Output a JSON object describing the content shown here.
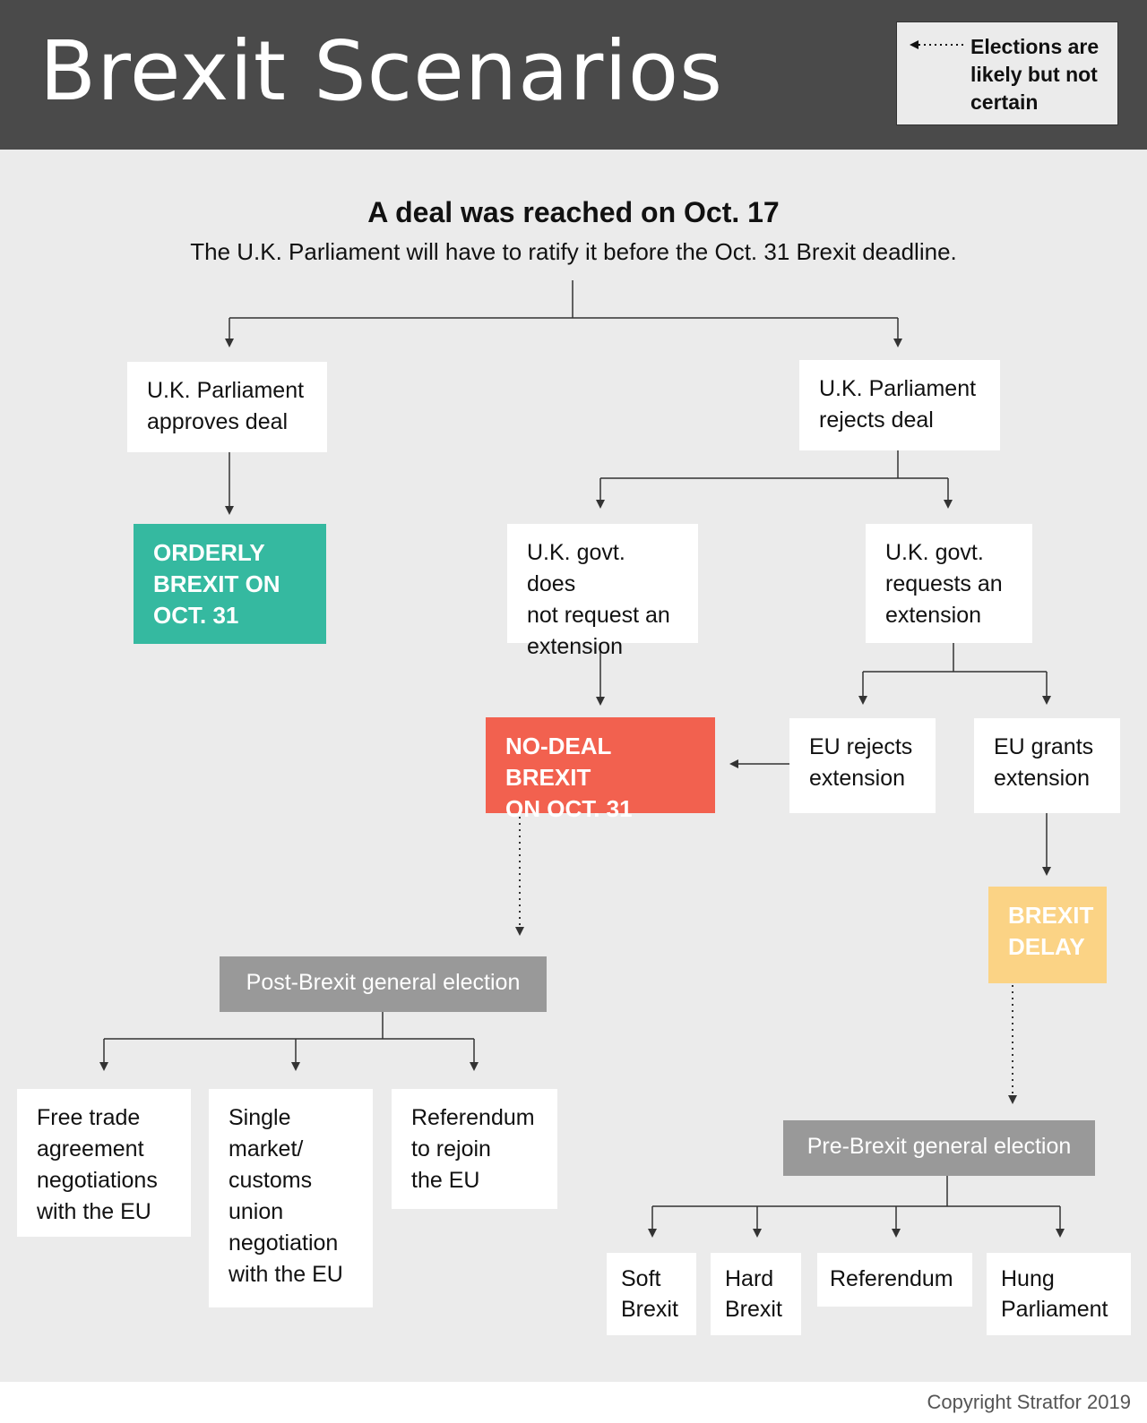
{
  "header": {
    "title": "Brexit Scenarios",
    "background": "#4a4a4a"
  },
  "legend": {
    "text": "Elections are likely but not certain",
    "icon": "dotted-arrow-left-icon"
  },
  "root": {
    "title": "A deal was reached on Oct. 17",
    "subtitle": "The U.K. Parliament will have to ratify it before the Oct. 31 Brexit deadline."
  },
  "nodes": {
    "approves": "U.K. Parliament\napproves deal",
    "rejects": "U.K. Parliament\nrejects deal",
    "orderly": "ORDERLY\nBREXIT ON\nOCT. 31",
    "no_request": "U.K. govt. does\nnot request an\nextension",
    "requests": "U.K. govt.\nrequests an\nextension",
    "no_deal": "NO-DEAL BREXIT\nON OCT. 31",
    "eu_rejects": "EU rejects\nextension",
    "eu_grants": "EU grants\nextension",
    "delay": "BREXIT\nDELAY",
    "post_election": "Post-Brexit general election",
    "pre_election": "Pre-Brexit general election",
    "fta": "Free trade\nagreement\nnegotiations\nwith the EU",
    "single_market": "Single\nmarket/\ncustoms\nunion\nnegotiation\nwith the EU",
    "rejoin": "Referendum\nto rejoin\nthe EU",
    "soft": "Soft\nBrexit",
    "hard": "Hard\nBrexit",
    "referendum": "Referendum",
    "hung": "Hung\nParliament"
  },
  "colors": {
    "orderly": "#35b9a0",
    "no_deal": "#f2614f",
    "delay": "#fbd385",
    "election": "#999999",
    "background": "#ebebeb"
  },
  "footer": {
    "copyright": "Copyright Stratfor 2019"
  }
}
